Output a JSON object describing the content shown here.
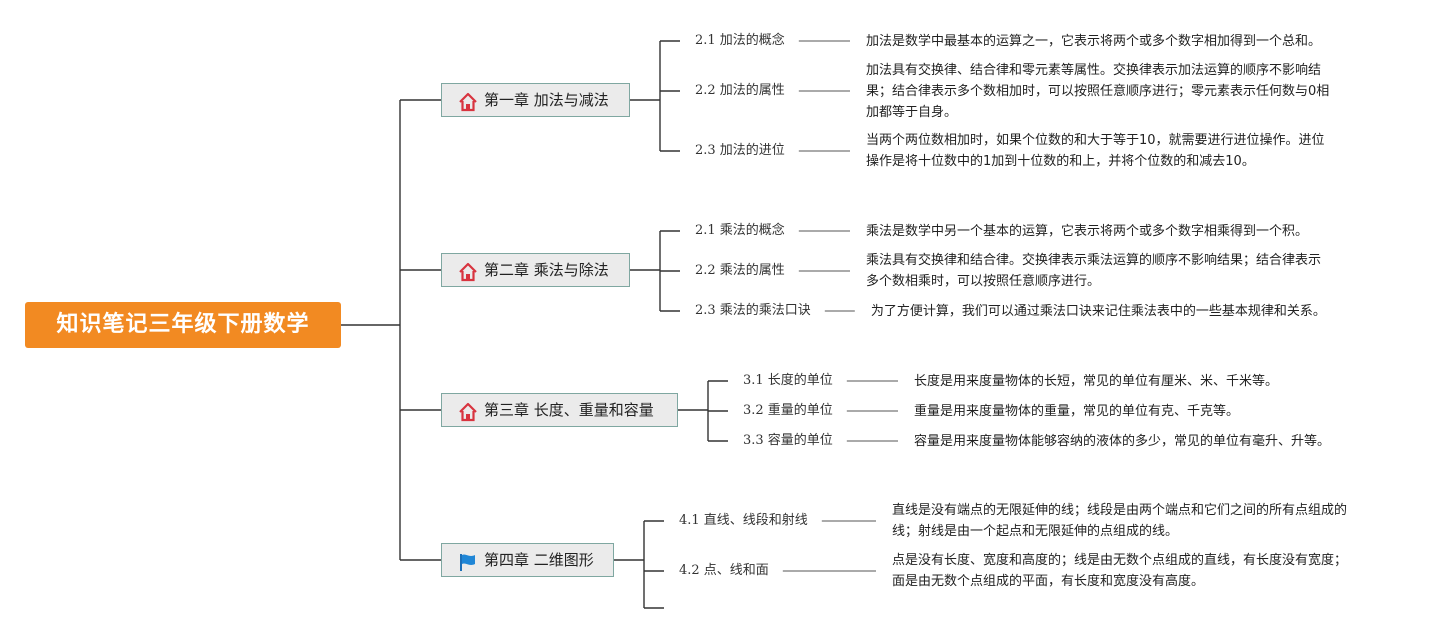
{
  "root": {
    "title": "知识笔记三年级下册数学"
  },
  "chapters": [
    {
      "title": "第一章 加法与减法",
      "icon": "home-icon",
      "items": [
        {
          "label": "2.1 加法的概念",
          "desc": [
            "加法是数学中最基本的运算之一，它表示将两个或多个数字相加得到一个总和。"
          ]
        },
        {
          "label": "2.2 加法的属性",
          "desc": [
            "加法具有交换律、结合律和零元素等属性。交换律表示加法运算的顺序不影响结",
            "果；结合律表示多个数相加时，可以按照任意顺序进行；零元素表示任何数与0相",
            "加都等于自身。"
          ]
        },
        {
          "label": "2.3 加法的进位",
          "desc": [
            "当两个两位数相加时，如果个位数的和大于等于10，就需要进行进位操作。进位",
            "操作是将十位数中的1加到十位数的和上，并将个位数的和减去10。"
          ]
        }
      ]
    },
    {
      "title": "第二章 乘法与除法",
      "icon": "home-icon",
      "items": [
        {
          "label": "2.1 乘法的概念",
          "desc": [
            "乘法是数学中另一个基本的运算，它表示将两个或多个数字相乘得到一个积。"
          ]
        },
        {
          "label": "2.2 乘法的属性",
          "desc": [
            "乘法具有交换律和结合律。交换律表示乘法运算的顺序不影响结果；结合律表示",
            "多个数相乘时，可以按照任意顺序进行。"
          ]
        },
        {
          "label": "2.3 乘法的乘法口诀",
          "desc": [
            "为了方便计算，我们可以通过乘法口诀来记住乘法表中的一些基本规律和关系。"
          ]
        }
      ]
    },
    {
      "title": "第三章 长度、重量和容量",
      "icon": "home-icon",
      "items": [
        {
          "label": "3.1 长度的单位",
          "desc": [
            "长度是用来度量物体的长短，常见的单位有厘米、米、千米等。"
          ]
        },
        {
          "label": "3.2 重量的单位",
          "desc": [
            "重量是用来度量物体的重量，常见的单位有克、千克等。"
          ]
        },
        {
          "label": "3.3 容量的单位",
          "desc": [
            "容量是用来度量物体能够容纳的液体的多少，常见的单位有毫升、升等。"
          ]
        }
      ]
    },
    {
      "title": "第四章 二维图形",
      "icon": "flag-icon",
      "items": [
        {
          "label": "4.1 直线、线段和射线",
          "desc": [
            "直线是没有端点的无限延伸的线；线段是由两个端点和它们之间的所有点组成的",
            "线；射线是由一个起点和无限延伸的点组成的线。"
          ]
        },
        {
          "label": "4.2 点、线和面",
          "desc": [
            "点是没有长度、宽度和高度的；线是由无数个点组成的直线，有长度没有宽度；",
            "面是由无数个点组成的平面，有长度和宽度没有高度。"
          ]
        },
        {
          "label": "",
          "desc": []
        }
      ]
    }
  ]
}
